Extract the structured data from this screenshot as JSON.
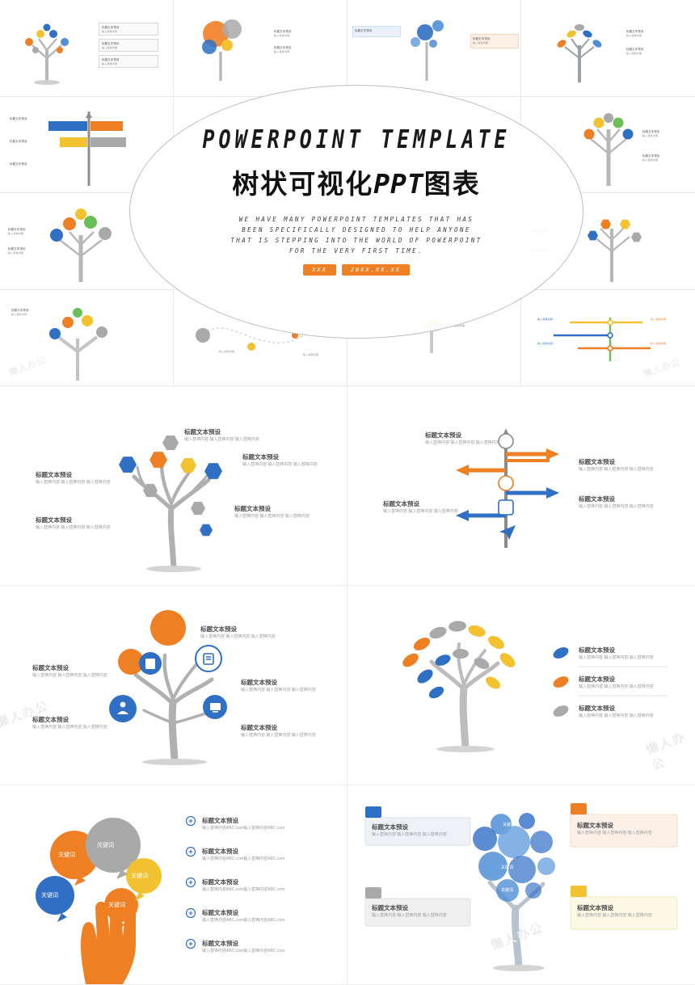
{
  "cover": {
    "headline_en": "POWERPOINT TEMPLATE",
    "headline_cn_left": "树状可视化",
    "headline_cn_en": "PPT",
    "headline_cn_right": "图表",
    "subtitle_line1": "WE HAVE MANY POWERPOINT TEMPLATES THAT HAS",
    "subtitle_line2": "BEEN SPECIFICALLY DESIGNED TO HELP ANYONE",
    "subtitle_line3": "THAT IS STEPPING INTO THE WORLD OF POWERPOINT",
    "subtitle_line4": "FOR THE VERY FIRST TIME.",
    "pill_left": "XXX",
    "pill_right": "20XX.XX.XX"
  },
  "thumb_label": "标题文本预设",
  "thumb_body": "输入替换内容",
  "watermark": "懒人办公",
  "slides": [
    {
      "name": "hexagon-tree-slide",
      "items": [
        {
          "title": "标题文本预设",
          "body": "输入替换内容  输入替换内容  输入替换内容"
        },
        {
          "title": "标题文本预设",
          "body": "输入替换内容  输入替换内容  输入替换内容"
        },
        {
          "title": "标题文本预设",
          "body": "输入替换内容  输入替换内容  输入替换内容"
        },
        {
          "title": "标题文本预设",
          "body": "输入替换内容  输入替换内容  输入替换内容"
        }
      ]
    },
    {
      "name": "arrow-cross-slide",
      "items": [
        {
          "title": "标题文本预设",
          "body": "输入替换内容  输入替换内容  输入替换内容"
        },
        {
          "title": "标题文本预设",
          "body": "输入替换内容  输入替换内容  输入替换内容"
        },
        {
          "title": "标题文本预设",
          "body": "输入替换内容  输入替换内容  输入替换内容"
        },
        {
          "title": "标题文本预设",
          "body": "输入替换内容  输入替换内容  输入替换内容"
        }
      ]
    },
    {
      "name": "icon-circle-tree-slide",
      "items": [
        {
          "title": "标题文本预设",
          "body": "输入替换内容  输入替换内容  输入替换内容"
        },
        {
          "title": "标题文本预设",
          "body": "输入替换内容  输入替换内容  输入替换内容"
        },
        {
          "title": "标题文本预设",
          "body": "输入替换内容  输入替换内容  输入替换内容"
        },
        {
          "title": "标题文本预设",
          "body": "输入替换内容  输入替换内容  输入替换内容"
        }
      ]
    },
    {
      "name": "leaf-tree-slide",
      "items": [
        {
          "title": "标题文本预设",
          "body": "输入替换内容  输入替换内容  输入替换内容"
        },
        {
          "title": "标题文本预设",
          "body": "输入替换内容  输入替换内容  输入替换内容"
        },
        {
          "title": "标题文本预设",
          "body": "输入替换内容  输入替换内容  输入替换内容"
        }
      ]
    },
    {
      "name": "keyword-balloon-slide",
      "balloons": [
        "关键词",
        "关键词",
        "关键词",
        "关键词",
        "关键词"
      ],
      "items": [
        {
          "title": "标题文本预设",
          "body": "输入替换内容ABC.com输入替换内容ABC.com"
        },
        {
          "title": "标题文本预设",
          "body": "输入替换内容ABC.com输入替换内容ABC.com"
        },
        {
          "title": "标题文本预设",
          "body": "输入替换内容ABC.com输入替换内容ABC.com"
        },
        {
          "title": "标题文本预设",
          "body": "输入替换内容ABC.com输入替换内容ABC.com"
        },
        {
          "title": "标题文本预设",
          "body": "输入替换内容ABC.com输入替换内容ABC.com"
        }
      ]
    },
    {
      "name": "bubble-tree-cards-slide",
      "items": [
        {
          "title": "标题文本预设",
          "body": "输入替换内容 输入替换内容 输入替换内容"
        },
        {
          "title": "标题文本预设",
          "body": "输入替换内容 输入替换内容 输入替换内容"
        },
        {
          "title": "标题文本预设",
          "body": "输入替换内容 输入替换内容 输入替换内容"
        },
        {
          "title": "标题文本预设",
          "body": "输入替换内容 输入替换内容 输入替换内容"
        }
      ],
      "bubble_labels": [
        "关键词",
        "关键词",
        "关键词"
      ]
    }
  ],
  "colors": {
    "orange": "#ef7f23",
    "blue": "#2f6fc4",
    "light_blue": "#4f8fd6",
    "yellow": "#f2c230",
    "gray": "#a9a9a9",
    "trunk": "#b7b7b7",
    "text_dark": "#4a4a4a",
    "text_muted": "#9a9a9a"
  }
}
